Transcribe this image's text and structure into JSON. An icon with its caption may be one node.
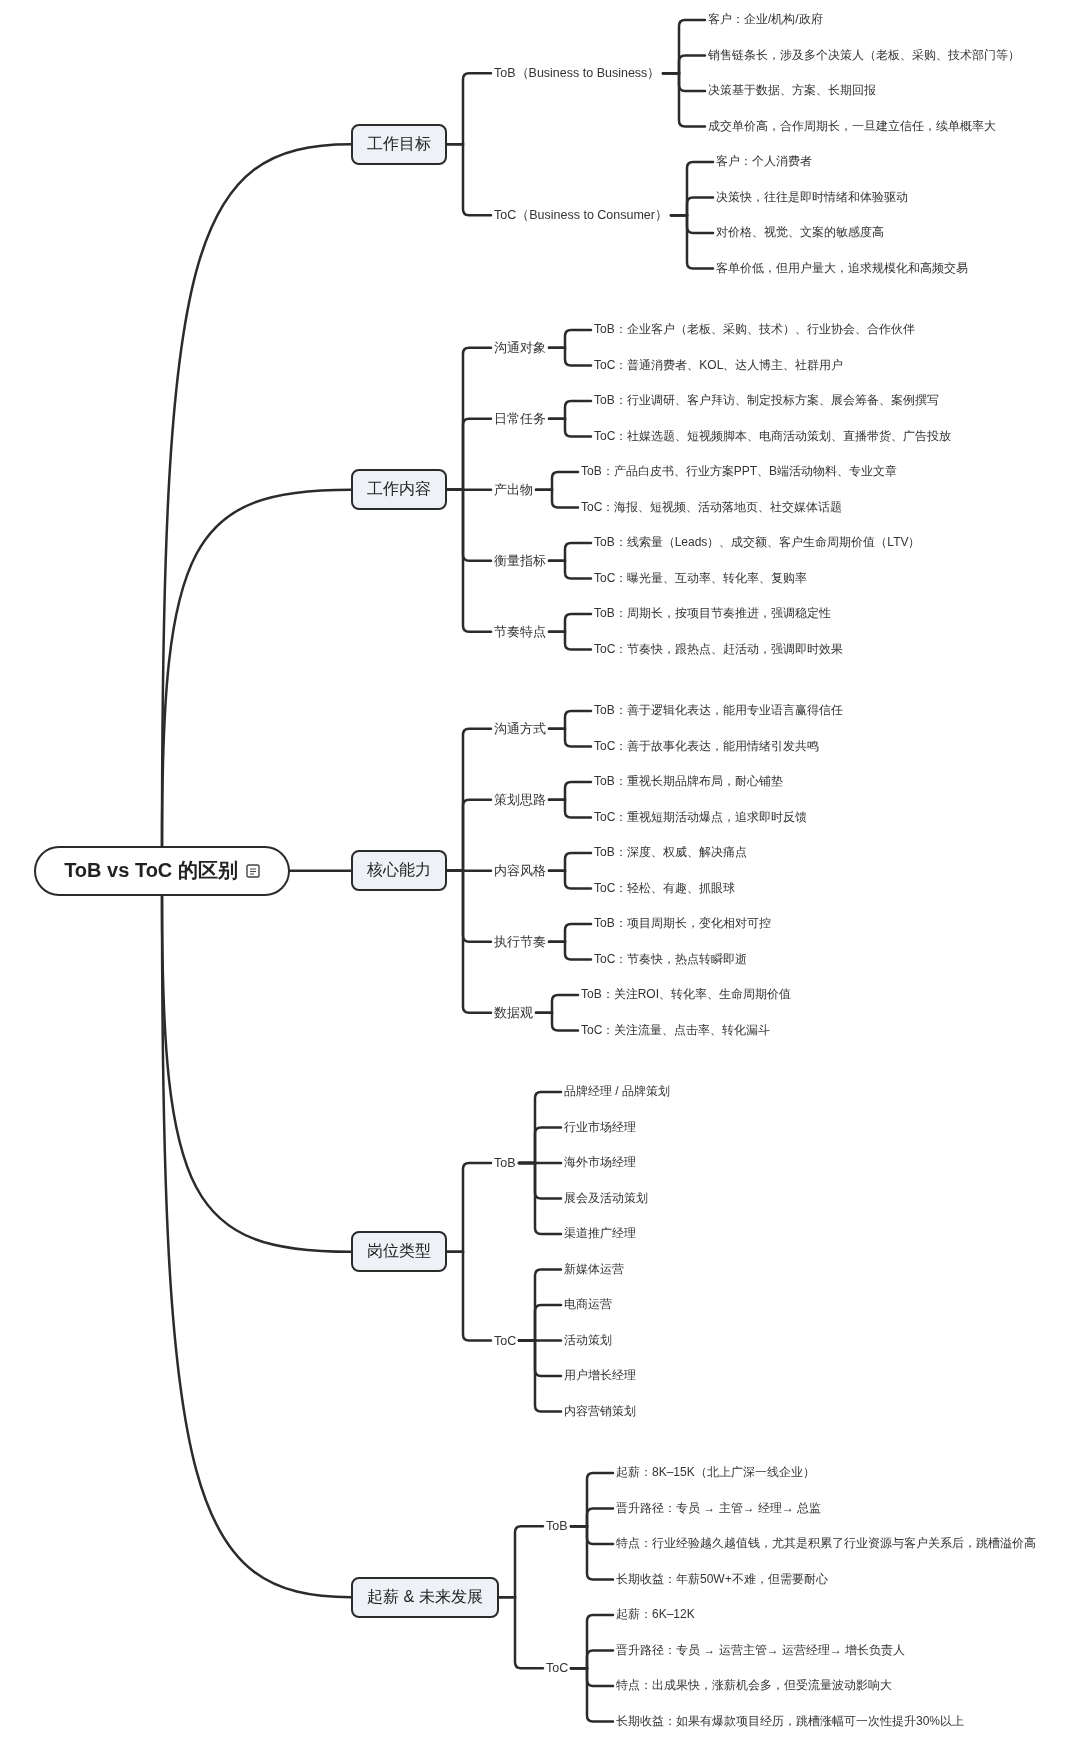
{
  "diagram": {
    "nodes": [
      {
        "text": [
          "ToB vs ToC 的区别"
        ]
      },
      {
        "text": [
          "工作目标"
        ]
      },
      {
        "text": [
          "ToB（Business to Business）"
        ]
      },
      {
        "text": [
          "客户：企业/机构/政府"
        ]
      },
      {
        "text": [
          "销售链条长，涉及多个决策人（老板、采购、技术部门等）"
        ]
      },
      {
        "text": [
          "决策基于数据、方案、长期回报"
        ]
      },
      {
        "text": [
          "成交单价高，合作周期长，一旦建立信任，续单概率大"
        ]
      },
      {
        "text": [
          "ToC（Business to Consumer）"
        ]
      },
      {
        "text": [
          "客户：个人消费者"
        ]
      },
      {
        "text": [
          "决策快，往往是即时情绪和体验驱动"
        ]
      },
      {
        "text": [
          "对价格、视觉、文案的敏感度高"
        ]
      },
      {
        "text": [
          "客单价低，但用户量大，追求规模化和高频交易"
        ]
      },
      {
        "text": [
          "工作内容"
        ]
      },
      {
        "text": [
          "沟通对象"
        ]
      },
      {
        "text": [
          "ToB：企业客户（老板、采购、技术）、行业协会、合作伙伴"
        ]
      },
      {
        "text": [
          "ToC：普通消费者、KOL、达人博主、社群用户"
        ]
      },
      {
        "text": [
          "日常任务"
        ]
      },
      {
        "text": [
          "ToB：行业调研、客户拜访、制定投标方案、展会筹备、案例撰写"
        ]
      },
      {
        "text": [
          "ToC：社媒选题、短视频脚本、电商活动策划、直播带货、广告投放"
        ]
      },
      {
        "text": [
          "产出物"
        ]
      },
      {
        "text": [
          "ToB：产品白皮书、行业方案PPT、B端活动物料、专业文章"
        ]
      },
      {
        "text": [
          "ToC：海报、短视频、活动落地页、社交媒体话题"
        ]
      },
      {
        "text": [
          "衡量指标"
        ]
      },
      {
        "text": [
          "ToB：线索量（Leads）、成交额、客户生命周期价值（LTV）"
        ]
      },
      {
        "text": [
          "ToC：曝光量、互动率、转化率、复购率"
        ]
      },
      {
        "text": [
          "节奏特点"
        ]
      },
      {
        "text": [
          "ToB：周期长，按项目节奏推进，强调稳定性"
        ]
      },
      {
        "text": [
          "ToC：节奏快，跟热点、赶活动，强调即时效果"
        ]
      },
      {
        "text": [
          "核心能力"
        ]
      },
      {
        "text": [
          "沟通方式"
        ]
      },
      {
        "text": [
          "ToB：善于逻辑化表达，能用专业语言赢得信任"
        ]
      },
      {
        "text": [
          "ToC：善于故事化表达，能用情绪引发共鸣"
        ]
      },
      {
        "text": [
          "策划思路"
        ]
      },
      {
        "text": [
          "ToB：重视长期品牌布局，耐心铺垫"
        ]
      },
      {
        "text": [
          "ToC：重视短期活动爆点，追求即时反馈"
        ]
      },
      {
        "text": [
          "内容风格"
        ]
      },
      {
        "text": [
          "ToB：深度、权威、解决痛点"
        ]
      },
      {
        "text": [
          "ToC：轻松、有趣、抓眼球"
        ]
      },
      {
        "text": [
          "执行节奏"
        ]
      },
      {
        "text": [
          "ToB：项目周期长，变化相对可控"
        ]
      },
      {
        "text": [
          "ToC：节奏快，热点转瞬即逝"
        ]
      },
      {
        "text": [
          "数据观"
        ]
      },
      {
        "text": [
          "ToB：关注ROI、转化率、生命周期价值"
        ]
      },
      {
        "text": [
          "ToC：关注流量、点击率、转化漏斗"
        ]
      },
      {
        "text": [
          "岗位类型"
        ]
      },
      {
        "text": [
          "ToB"
        ]
      },
      {
        "text": [
          "品牌经理 / 品牌策划"
        ]
      },
      {
        "text": [
          "行业市场经理"
        ]
      },
      {
        "text": [
          "海外市场经理"
        ]
      },
      {
        "text": [
          "展会及活动策划"
        ]
      },
      {
        "text": [
          "渠道推广经理"
        ]
      },
      {
        "text": [
          "ToC"
        ]
      },
      {
        "text": [
          "新媒体运营"
        ]
      },
      {
        "text": [
          "电商运营"
        ]
      },
      {
        "text": [
          "活动策划"
        ]
      },
      {
        "text": [
          "用户增长经理"
        ]
      },
      {
        "text": [
          "内容营销策划"
        ]
      },
      {
        "text": [
          "起薪 & 未来发展"
        ]
      },
      {
        "text": [
          "ToB"
        ]
      },
      {
        "text": [
          "起薪：8K–15K（北上广深一线企业）"
        ]
      },
      {
        "text": [
          "晋升路径：专员 → 主管→ 经理→ 总监"
        ]
      },
      {
        "text": [
          "特点：行业经验越久越值钱，尤其是积累了行业资源与客户关系后，跳槽溢价高"
        ]
      },
      {
        "text": [
          "长期收益：年薪50W+不难，但需要耐心"
        ]
      },
      {
        "text": [
          "ToC"
        ]
      },
      {
        "text": [
          "起薪：6K–12K"
        ]
      },
      {
        "text": [
          "晋升路径：专员 → 运营主管→ 运营经理→ 增长负责人"
        ]
      },
      {
        "text": [
          "特点：出成果快，涨薪机会多，但受流量波动影响大"
        ]
      },
      {
        "text": [
          "长期收益：如果有爆款项目经历，跳槽涨幅可一次性提升30%以上"
        ]
      }
    ],
    "edges": [
      {
        "from": 0,
        "to": 1,
        "arrow": "none"
      },
      {
        "from": 0,
        "to": 12,
        "arrow": "none"
      },
      {
        "from": 0,
        "to": 28,
        "arrow": "none"
      },
      {
        "from": 0,
        "to": 44,
        "arrow": "none"
      },
      {
        "from": 0,
        "to": 57,
        "arrow": "none"
      },
      {
        "from": 1,
        "to": 2,
        "arrow": "none"
      },
      {
        "from": 1,
        "to": 7,
        "arrow": "none"
      },
      {
        "from": 2,
        "to": 3,
        "arrow": "none"
      },
      {
        "from": 2,
        "to": 4,
        "arrow": "none"
      },
      {
        "from": 2,
        "to": 5,
        "arrow": "none"
      },
      {
        "from": 2,
        "to": 6,
        "arrow": "none"
      },
      {
        "from": 7,
        "to": 8,
        "arrow": "none"
      },
      {
        "from": 7,
        "to": 9,
        "arrow": "none"
      },
      {
        "from": 7,
        "to": 10,
        "arrow": "none"
      },
      {
        "from": 7,
        "to": 11,
        "arrow": "none"
      },
      {
        "from": 12,
        "to": 13,
        "arrow": "none"
      },
      {
        "from": 12,
        "to": 16,
        "arrow": "none"
      },
      {
        "from": 12,
        "to": 19,
        "arrow": "none"
      },
      {
        "from": 12,
        "to": 22,
        "arrow": "none"
      },
      {
        "from": 12,
        "to": 25,
        "arrow": "none"
      },
      {
        "from": 13,
        "to": 14,
        "arrow": "none"
      },
      {
        "from": 13,
        "to": 15,
        "arrow": "none"
      },
      {
        "from": 16,
        "to": 17,
        "arrow": "none"
      },
      {
        "from": 16,
        "to": 18,
        "arrow": "none"
      },
      {
        "from": 19,
        "to": 20,
        "arrow": "none"
      },
      {
        "from": 19,
        "to": 21,
        "arrow": "none"
      },
      {
        "from": 22,
        "to": 23,
        "arrow": "none"
      },
      {
        "from": 22,
        "to": 24,
        "arrow": "none"
      },
      {
        "from": 25,
        "to": 26,
        "arrow": "none"
      },
      {
        "from": 25,
        "to": 27,
        "arrow": "none"
      },
      {
        "from": 28,
        "to": 29,
        "arrow": "none"
      },
      {
        "from": 28,
        "to": 32,
        "arrow": "none"
      },
      {
        "from": 28,
        "to": 35,
        "arrow": "none"
      },
      {
        "from": 28,
        "to": 38,
        "arrow": "none"
      },
      {
        "from": 28,
        "to": 41,
        "arrow": "none"
      },
      {
        "from": 29,
        "to": 30,
        "arrow": "none"
      },
      {
        "from": 29,
        "to": 31,
        "arrow": "none"
      },
      {
        "from": 32,
        "to": 33,
        "arrow": "none"
      },
      {
        "from": 32,
        "to": 34,
        "arrow": "none"
      },
      {
        "from": 35,
        "to": 36,
        "arrow": "none"
      },
      {
        "from": 35,
        "to": 37,
        "arrow": "none"
      },
      {
        "from": 38,
        "to": 39,
        "arrow": "none"
      },
      {
        "from": 38,
        "to": 40,
        "arrow": "none"
      },
      {
        "from": 41,
        "to": 42,
        "arrow": "none"
      },
      {
        "from": 41,
        "to": 43,
        "arrow": "none"
      },
      {
        "from": 44,
        "to": 45,
        "arrow": "none"
      },
      {
        "from": 44,
        "to": 51,
        "arrow": "none"
      },
      {
        "from": 45,
        "to": 46,
        "arrow": "none"
      },
      {
        "from": 45,
        "to": 47,
        "arrow": "none"
      },
      {
        "from": 45,
        "to": 48,
        "arrow": "none"
      },
      {
        "from": 45,
        "to": 49,
        "arrow": "none"
      },
      {
        "from": 45,
        "to": 50,
        "arrow": "none"
      },
      {
        "from": 51,
        "to": 52,
        "arrow": "none"
      },
      {
        "from": 51,
        "to": 53,
        "arrow": "none"
      },
      {
        "from": 51,
        "to": 54,
        "arrow": "none"
      },
      {
        "from": 51,
        "to": 55,
        "arrow": "none"
      },
      {
        "from": 51,
        "to": 56,
        "arrow": "none"
      },
      {
        "from": 57,
        "to": 58,
        "arrow": "none"
      },
      {
        "from": 57,
        "to": 63,
        "arrow": "none"
      },
      {
        "from": 58,
        "to": 59,
        "arrow": "none"
      },
      {
        "from": 58,
        "to": 60,
        "arrow": "none"
      },
      {
        "from": 58,
        "to": 61,
        "arrow": "none"
      },
      {
        "from": 58,
        "to": 62,
        "arrow": "none"
      },
      {
        "from": 63,
        "to": 64,
        "arrow": "none"
      },
      {
        "from": 63,
        "to": 65,
        "arrow": "none"
      },
      {
        "from": 63,
        "to": 66,
        "arrow": "none"
      },
      {
        "from": 63,
        "to": 67,
        "arrow": "none"
      }
    ]
  }
}
